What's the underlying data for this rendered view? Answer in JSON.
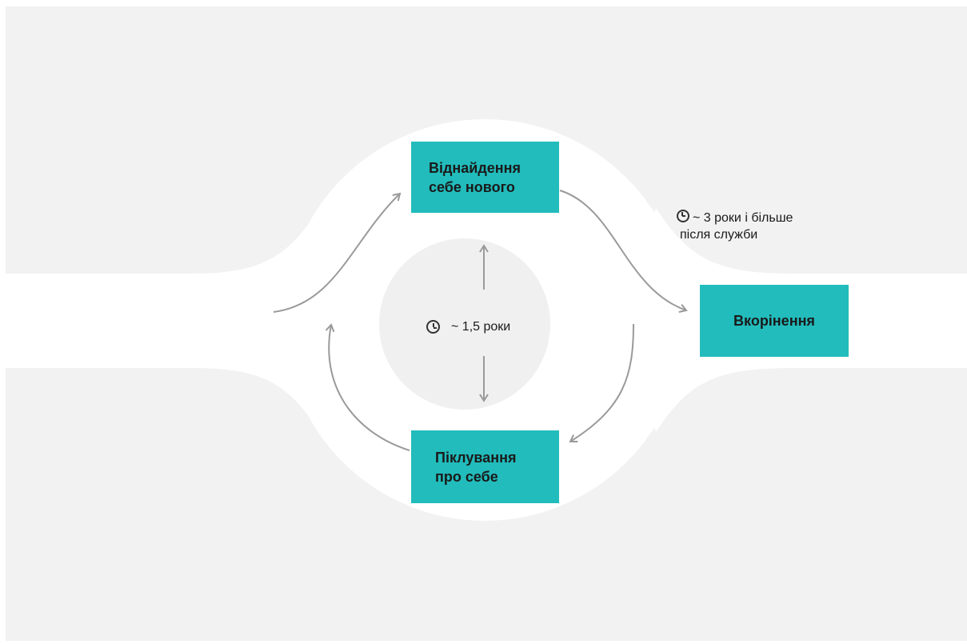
{
  "nodes": {
    "top": {
      "line1": "Віднайдення",
      "line2": "себе нового"
    },
    "bottom": {
      "line1": "Піклування",
      "line2": "про себе"
    },
    "right": {
      "label": "Вкорінення"
    }
  },
  "notes": {
    "center": {
      "icon": "clock-icon",
      "text": "~ 1,5 роки"
    },
    "right": {
      "icon": "clock-icon",
      "line1": "~ 3 роки і більше",
      "line2": "після служби"
    }
  },
  "colors": {
    "box_fill": "#22bcbc",
    "background": "#f2f2f2",
    "road": "#ffffff",
    "inner_circle": "#f0f0f0",
    "arrow": "#9a9a9a"
  }
}
